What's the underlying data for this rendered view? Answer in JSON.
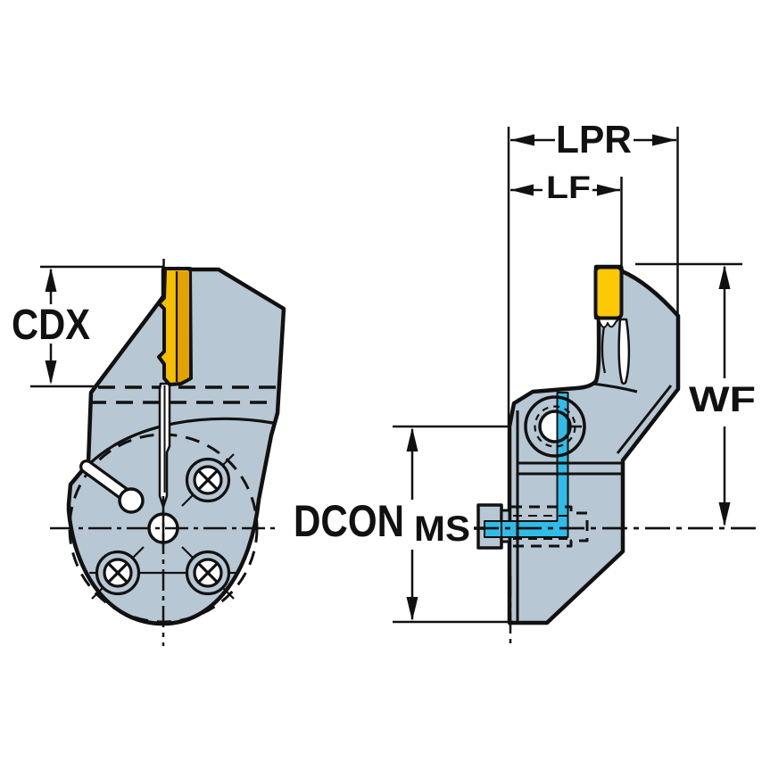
{
  "labels": {
    "cdx": "CDX",
    "lpr": "LPR",
    "lf": "LF",
    "wf": "WF",
    "dcon": "DCON",
    "dcon_subscript": "MS"
  },
  "colors": {
    "background": "#ffffff",
    "outline": "#111111",
    "body": "#b7c7d3",
    "insert_front": "#f6be00",
    "insert_front_shade": "#e2a300",
    "insert_side": "#fdc804",
    "coolant": "#2fbce8"
  }
}
